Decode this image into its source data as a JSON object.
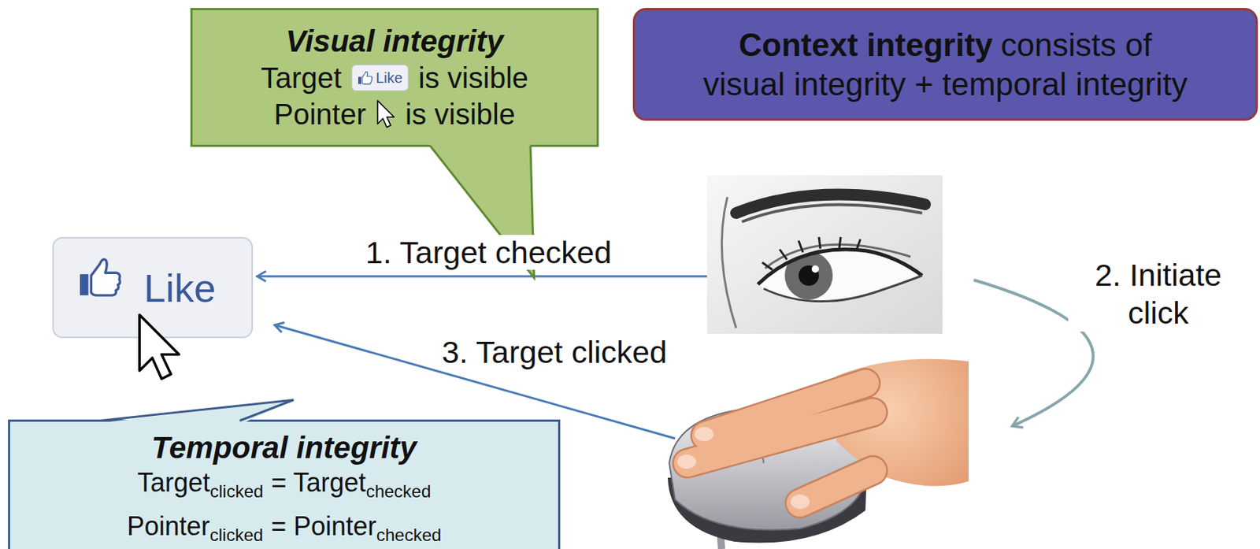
{
  "diagram": {
    "nodes": [
      {
        "text": [
          "Visual integrity",
          "Target",
          "Like",
          "is visible",
          "Pointer",
          "is visible"
        ]
      },
      {
        "text": [
          "Context integrity",
          "consists of visual integrity + temporal integrity"
        ]
      },
      {
        "text": [
          "Like"
        ]
      },
      {
        "text": [
          "Temporal integrity",
          "Target",
          "clicked",
          "= Target",
          "checked",
          "Pointer",
          "clicked",
          "= Pointer",
          "checked"
        ]
      }
    ],
    "labels": [
      "1. Target checked",
      "2. Initiate click",
      "3. Target clicked"
    ]
  }
}
